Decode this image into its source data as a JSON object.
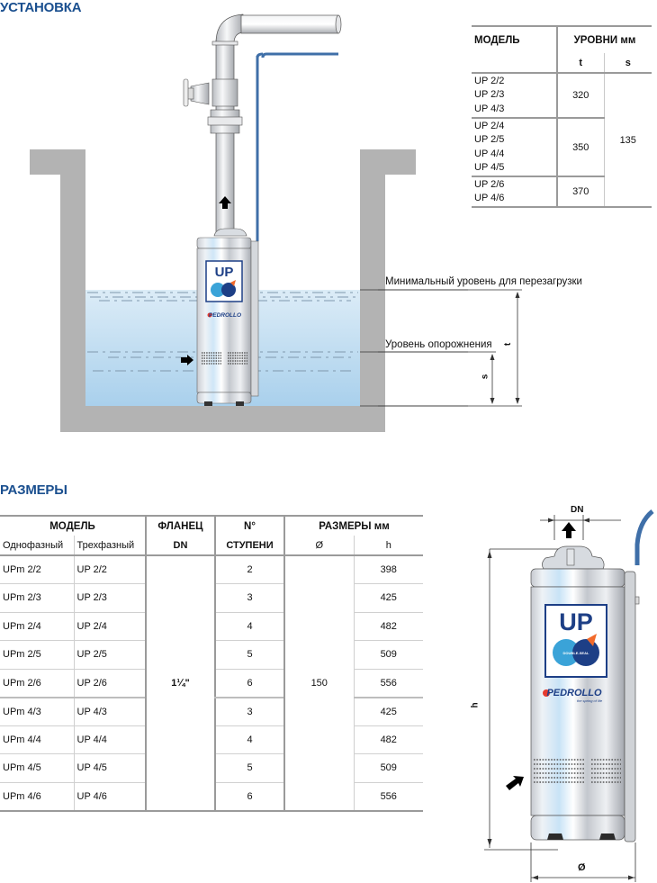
{
  "installation": {
    "title": "УСТАНОВКА",
    "labels": {
      "min_level": "Минимальный уровень для перезагрузки",
      "drain_level": "Уровень опорожнения",
      "t": "t",
      "s": "s"
    },
    "pump_logo": {
      "brand": "UP",
      "maker": "PEDROLLO"
    }
  },
  "levels_table": {
    "header": {
      "model": "МОДЕЛЬ",
      "levels": "УРОВНИ  мм",
      "t": "t",
      "s": "s"
    },
    "groups": [
      {
        "models": [
          "UP 2/2",
          "UP 2/3",
          "UP 4/3"
        ],
        "t": "320"
      },
      {
        "models": [
          "UP 2/4",
          "UP 2/5",
          "UP 4/4",
          "UP 4/5"
        ],
        "t": "350"
      },
      {
        "models": [
          "UP 2/6",
          "UP 4/6"
        ],
        "t": "370"
      }
    ],
    "s_value": "135"
  },
  "dimensions": {
    "title": "РАЗМЕРЫ",
    "header": {
      "model": "МОДЕЛЬ",
      "single_phase": "Однофазный",
      "three_phase": "Трехфазный",
      "flange": "ФЛАНЕЦ",
      "dn": "DN",
      "stages_top": "N°",
      "stages": "СТУПЕНИ",
      "sizes": "РАЗМЕРЫ мм",
      "diameter": "Ø",
      "h": "h"
    },
    "flange_value": "1¼\"",
    "diameter_value": "150",
    "rows": [
      {
        "single": "UPm 2/2",
        "three": "UP 2/2",
        "stages": "2",
        "h": "398"
      },
      {
        "single": "UPm 2/3",
        "three": "UP 2/3",
        "stages": "3",
        "h": "425"
      },
      {
        "single": "UPm 2/4",
        "three": "UP 2/4",
        "stages": "4",
        "h": "482"
      },
      {
        "single": "UPm 2/5",
        "three": "UP 2/5",
        "stages": "5",
        "h": "509"
      },
      {
        "single": "UPm 2/6",
        "three": "UP 2/6",
        "stages": "6",
        "h": "556"
      },
      {
        "single": "UPm 4/3",
        "three": "UP 4/3",
        "stages": "3",
        "h": "425"
      },
      {
        "single": "UPm 4/4",
        "three": "UP 4/4",
        "stages": "4",
        "h": "482"
      },
      {
        "single": "UPm 4/5",
        "three": "UP 4/5",
        "stages": "5",
        "h": "509"
      },
      {
        "single": "UPm 4/6",
        "three": "UP 4/6",
        "stages": "6",
        "h": "556"
      }
    ],
    "drawing_labels": {
      "dn": "DN",
      "h": "h",
      "diameter": "Ø"
    }
  },
  "colors": {
    "title_blue": "#1a4f8f",
    "wall_gray": "#b3b3b3",
    "water_top": "#dcecf7",
    "water_bottom": "#a9d0ec",
    "cable_blue": "#3f6fa8"
  }
}
